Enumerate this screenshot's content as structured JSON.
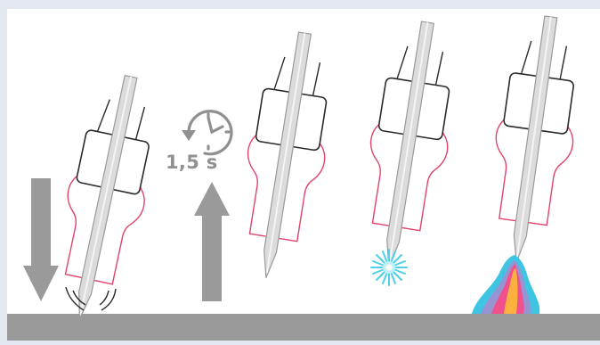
{
  "diagram": {
    "timer_label": "1,5 s",
    "steps": [
      {
        "name": "lower-electrode",
        "icon": "down-arrow-icon"
      },
      {
        "name": "contact-wait",
        "icon": "clock-icon"
      },
      {
        "name": "lift-electrode",
        "icon": "up-arrow-icon"
      },
      {
        "name": "ignite-spark",
        "icon": "spark-icon"
      },
      {
        "name": "arc-flame",
        "icon": "flame-icon"
      }
    ]
  },
  "colors": {
    "background": "#e3e8f0",
    "panel": "#ffffff",
    "ground": "#9a9a9a",
    "arrow": "#9a9a9a",
    "collar_outline": "#e0436b",
    "electrode_fill": "#dcdcdc",
    "spark": "#4ed0ea",
    "flame_outer": "#3fc5e3",
    "flame_mid": "#f0508c",
    "flame_core": "#fbb040"
  }
}
